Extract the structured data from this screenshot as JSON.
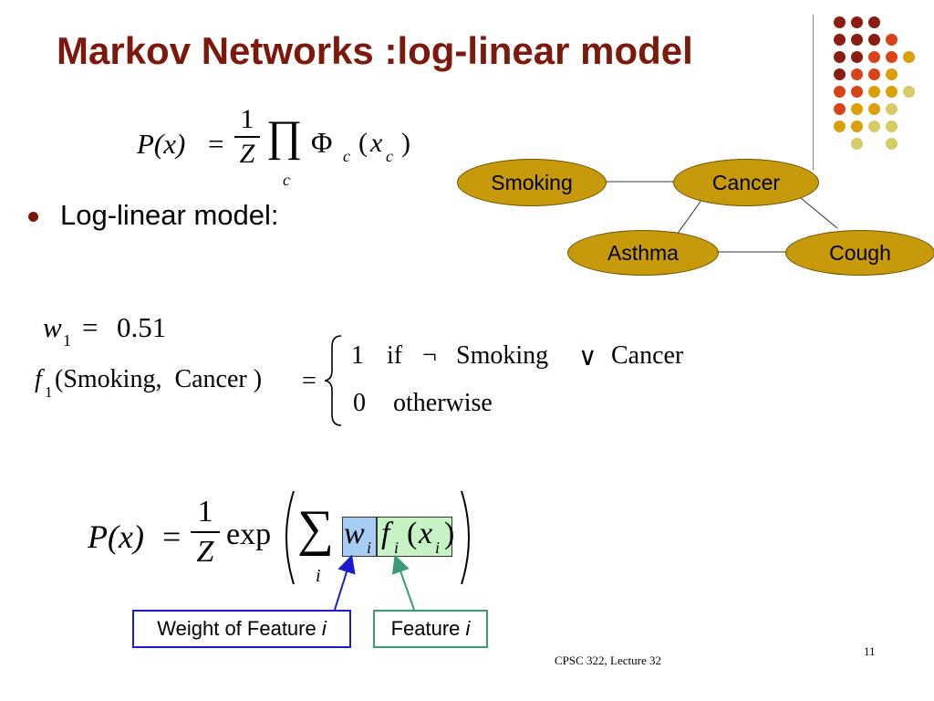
{
  "slide": {
    "title": "Markov Networks :log-linear model",
    "bullet": "Log-linear model:",
    "page_number": "11",
    "footer": "CPSC 322, Lecture 32"
  },
  "formula_top": {
    "lhs": "P(x)",
    "equals": "=",
    "numerator": "1",
    "denominator": "Z",
    "product": "∏",
    "product_sub": "c",
    "phi": "Φ",
    "phi_sub": "c",
    "arg_open": "(",
    "arg": "x",
    "arg_sub": "c",
    "arg_close": ")"
  },
  "network": {
    "nodes": [
      "Smoking",
      "Cancer",
      "Asthma",
      "Cough"
    ]
  },
  "weight": {
    "w": "w",
    "sub": "1",
    "equals": "=",
    "value": "0.51"
  },
  "feature_def": {
    "f": "f",
    "sub": "1",
    "args": "(Smoking,  Cancer )",
    "equals": "=",
    "case1_value": "1",
    "case1_if": "if",
    "case1_neg": "¬",
    "case1_var1": "Smoking",
    "case1_or": "∨",
    "case1_var2": "Cancer",
    "case2_value": "0",
    "case2_text": "otherwise"
  },
  "formula_bottom": {
    "lhs": "P(x)",
    "equals": "=",
    "numerator": "1",
    "denominator": "Z",
    "exp": "exp",
    "sum": "∑",
    "sum_sub": "i",
    "w": "w",
    "w_sub": "i",
    "f": "f",
    "f_sub": "i",
    "arg_open": "(",
    "x": "x",
    "x_sub": "i",
    "arg_close": ")"
  },
  "callouts": {
    "weight_label": "Weight of Feature ",
    "weight_i": "i",
    "feature_label": "Feature ",
    "feature_i": "i"
  },
  "colors": {
    "title": "#7b1a0c",
    "node_fill": "#c79a0c",
    "weight_highlight": "#a8cdf5",
    "feature_highlight": "#c6f2c6",
    "weight_arrow": "#1a1ad0",
    "feature_arrow": "#3a9a78"
  }
}
